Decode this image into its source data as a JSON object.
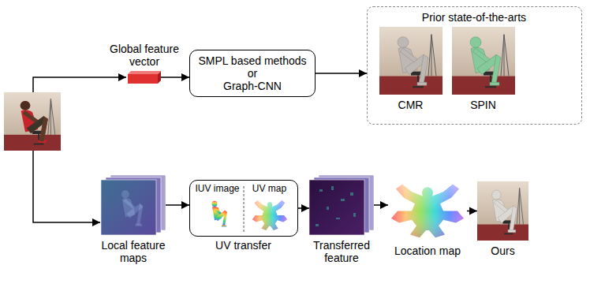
{
  "diagram": {
    "nodes": [
      {
        "text": [
          "Global feature vector"
        ]
      },
      {
        "text": [
          "SMPL based methods",
          "or",
          "Graph-CNN"
        ]
      },
      {
        "text": [
          "Prior state-of-the-arts"
        ]
      },
      {
        "text": [
          "CMR"
        ],
        "in": 2
      },
      {
        "text": [
          "SPIN"
        ],
        "in": 2
      },
      {
        "text": [
          "Local feature maps"
        ]
      },
      {
        "text": [
          "UV transfer"
        ]
      },
      {
        "text": [
          "IUV image"
        ],
        "in": 6
      },
      {
        "text": [
          "UV map"
        ],
        "in": 6
      },
      {
        "text": [
          "Transferred feature"
        ]
      },
      {
        "text": [
          "Location map"
        ]
      },
      {
        "text": [
          "Ours"
        ]
      }
    ],
    "edges": [
      {
        "from": 0,
        "to": 1,
        "arrow": "to"
      },
      {
        "from": 1,
        "to": 2,
        "arrow": "to"
      },
      {
        "from": 5,
        "to": 6,
        "arrow": "to"
      },
      {
        "from": 6,
        "to": 9,
        "arrow": "to"
      },
      {
        "from": 9,
        "to": 10,
        "arrow": "to"
      },
      {
        "from": 10,
        "to": 11,
        "arrow": "to"
      }
    ]
  }
}
